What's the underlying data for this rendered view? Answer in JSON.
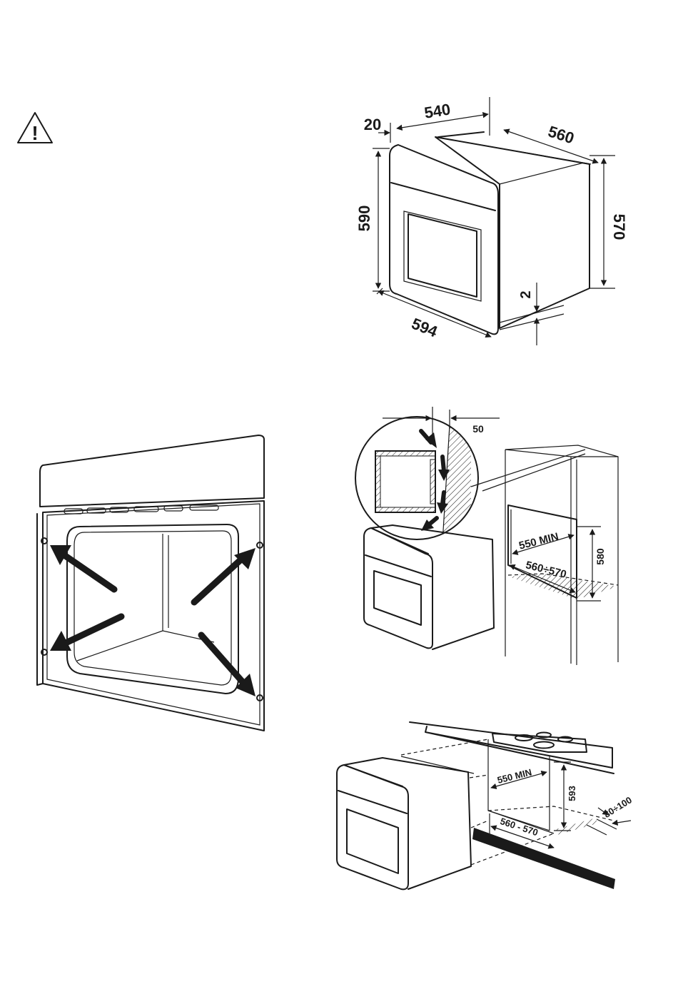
{
  "warning": {
    "symbol": "!"
  },
  "dimensions": {
    "top_left_offset": "20",
    "width_inner": "540",
    "depth": "560",
    "height": "590",
    "depth_side": "570",
    "gap": "2",
    "width_front": "594"
  },
  "column_install": {
    "clearance": "50",
    "min_width": "550 MIN",
    "depth_range": "560÷570",
    "height": "580"
  },
  "undercounter_install": {
    "min_width": "550 MIN",
    "height": "593",
    "depth_range": "560 - 570",
    "vent_range": "80÷100"
  },
  "colors": {
    "ink": "#1a1a1a",
    "background": "#ffffff"
  }
}
